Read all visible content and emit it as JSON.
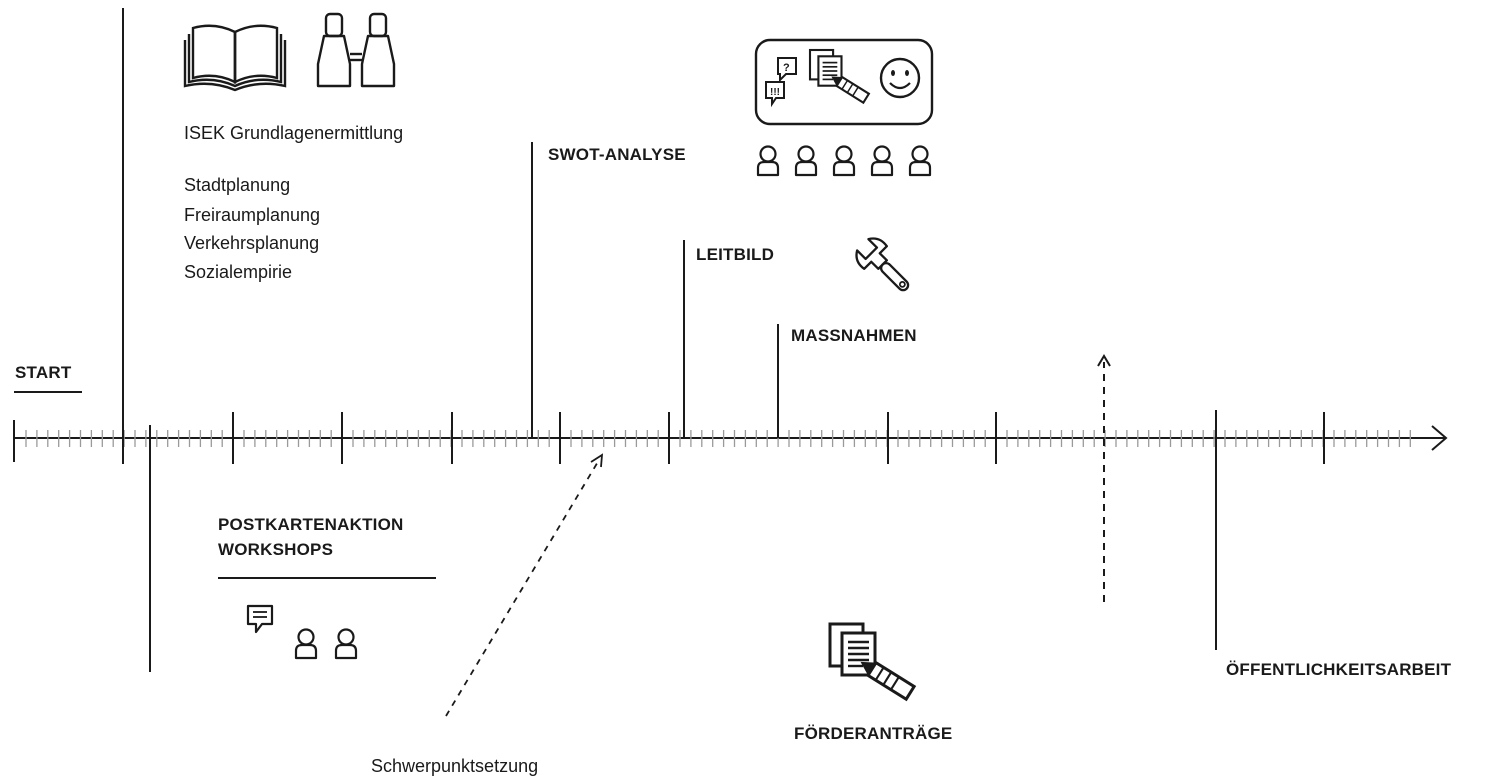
{
  "labels": {
    "start": "START",
    "isek": "ISEK Grundlagenermittlung",
    "isek_items": [
      "Stadtplanung",
      "Freiraumplanung",
      "Verkehrsplanung",
      "Sozialempirie"
    ],
    "swot": "SWOT-ANALYSE",
    "leitbild": "LEITBILD",
    "massnahmen": "MASSNAHMEN",
    "postkarten_line1": "POSTKARTENAKTION",
    "postkarten_line2": "WORKSHOPS",
    "schwerpunkt": "Schwerpunktsetzung",
    "foerderantraege": "FÖRDERANTRÄGE",
    "oeffentlichkeit": "ÖFFENTLICHKEITSARBEIT"
  },
  "icons": {
    "isek": [
      "open-book-icon",
      "binoculars-icon"
    ],
    "swot": [
      "speech-bubbles-icon",
      "documents-pencil-icon",
      "smiley-icon",
      "person-icon"
    ],
    "leitbild": [
      "wrench-icon"
    ],
    "workshops": [
      "speech-bubble-icon",
      "person-icon"
    ],
    "foerderantraege": [
      "documents-pencil-icon"
    ]
  },
  "colors": {
    "ink": "#1a1a1a",
    "tick_light": "#9a9a9a"
  }
}
